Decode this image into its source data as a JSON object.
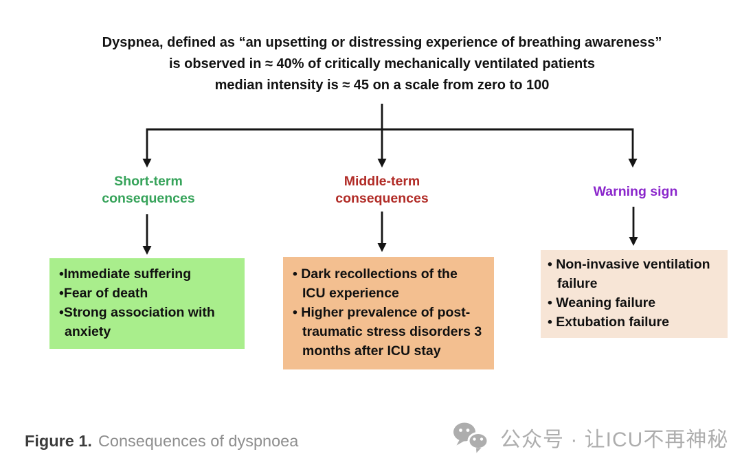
{
  "title": {
    "line1": "Dyspnea, defined as “an upsetting or distressing experience of breathing awareness”",
    "line2": "is observed in ≈ 40% of critically mechanically ventilated patients",
    "line3": "median intensity is ≈ 45 on a scale from zero to 100"
  },
  "branches": {
    "short_term": {
      "label": "Short-term\nconsequences",
      "label_color": "#36a35a",
      "box_color": "#a9ee8c",
      "items": [
        "Immediate suffering",
        "Fear of death",
        "Strong association with\nanxiety"
      ]
    },
    "middle_term": {
      "label": "Middle-term\nconsequences",
      "label_color": "#b12b26",
      "box_color": "#f3bf90",
      "items": [
        "Dark recollections of the\nICU experience",
        "Higher prevalence of post-\ntraumatic stress disorders 3\nmonths after ICU stay"
      ]
    },
    "warning": {
      "label": "Warning sign",
      "label_color": "#8a25cb",
      "box_color": "#f7e5d6",
      "items": [
        "Non-invasive ventilation\nfailure",
        "Weaning failure",
        "Extubation failure"
      ]
    }
  },
  "caption": {
    "prefix": "Figure 1.",
    "text": "Consequences of dyspnoea"
  },
  "watermark": {
    "icon": "wechat-official-account-icon",
    "text": "公众号 · 让ICU不再神秘"
  }
}
